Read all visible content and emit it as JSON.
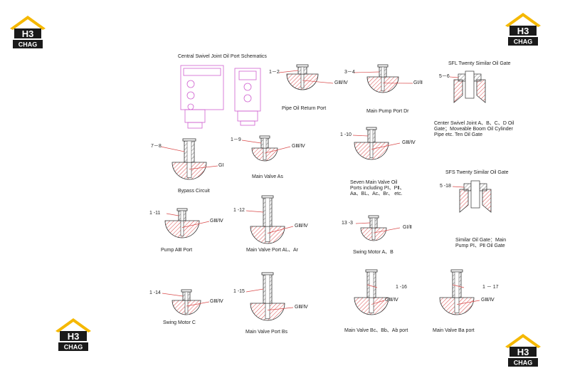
{
  "title": "Central Swivel Joint Oil Port Schematics",
  "logo": {
    "text": "CHAG",
    "mark": "H3",
    "colors": {
      "roof": "#f5b800",
      "block": "#1a1a1a",
      "text": "#ffffff"
    }
  },
  "colors": {
    "hatch": "#d94a4a",
    "outline": "#333333",
    "swivel": "#d060d0"
  },
  "ports": [
    {
      "id": "1-2",
      "callout": "1－2",
      "spec": "GⅢ/Ⅳ",
      "caption": "Pipe  Oil  Return Port"
    },
    {
      "id": "3-4",
      "callout": "3－4",
      "spec": "GⅠ/Ⅱ",
      "caption": "Main  Pump Port Dr"
    },
    {
      "id": "5-6",
      "callout": "5－6",
      "spec": "",
      "caption": "SFL  Twenty  Similar Oil Gate"
    },
    {
      "id": "7-8",
      "callout": "7－8",
      "spec": "GⅠ",
      "caption": "Bypass  Circuit"
    },
    {
      "id": "1-9",
      "callout": "1－9",
      "spec": "GⅢ/Ⅳ",
      "caption": "Main  Valve  As"
    },
    {
      "id": "1-10",
      "callout": "1 -10",
      "spec": "GⅢ/Ⅳ",
      "caption": ""
    },
    {
      "id": "5-18",
      "callout": "5 -18",
      "spec": "",
      "caption": "SFS  Twenty  Similar Oil Gate"
    },
    {
      "id": "1-11",
      "callout": "1 -11",
      "spec": "GⅢ/Ⅳ",
      "caption": "Pump  AⅢ  Port"
    },
    {
      "id": "1-12",
      "callout": "1 -12",
      "spec": "GⅢ/Ⅳ",
      "caption": "Main Valve Port AL、Ar"
    },
    {
      "id": "13-3",
      "callout": "13 -3",
      "spec": "GⅠ/Ⅱ",
      "caption": "Swing  Motor  A、B"
    },
    {
      "id": "1-14",
      "callout": "1 -14",
      "spec": "GⅢ/Ⅳ",
      "caption": "Swing  Motor  C"
    },
    {
      "id": "1-15",
      "callout": "1 -15",
      "spec": "GⅢ/Ⅳ",
      "caption": "Main Valve Port Bs"
    },
    {
      "id": "1-16",
      "callout": "1 -16",
      "spec": "GⅢ/Ⅳ",
      "caption": "Main  Valve  Bc、Bb、Ab port"
    },
    {
      "id": "1-17",
      "callout": "1 － 17",
      "spec": "GⅢ/Ⅳ",
      "caption": "Main  Valve  Ba port"
    }
  ],
  "notes": {
    "center": "Center  Swivel  Joint  A、B、C、D  Oil  Gate；Moveable  Boom  Oil Cylinder  Pipe  etc.  Ten  Oil  Gate",
    "seven": "Seven  Main Valve  Oil Ports  including  PⅠ、PⅡ、Aa、BL、Ac、Br、  etc.",
    "similar": "Similar  Oil Gate：Main  Pump PⅠ、PⅡ  Oil  Gate"
  }
}
